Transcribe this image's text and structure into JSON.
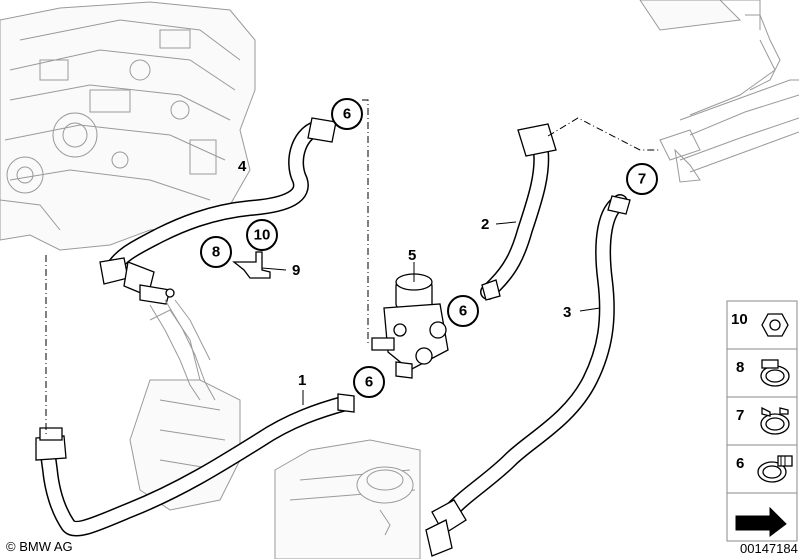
{
  "callouts": {
    "c6a": "6",
    "c6b": "6",
    "c6c": "6",
    "c7": "7",
    "c8": "8",
    "c10": "10"
  },
  "labels": {
    "l1": "1",
    "l2": "2",
    "l3": "3",
    "l4": "4",
    "l5": "5",
    "l9": "9"
  },
  "legend": [
    {
      "number": "10",
      "part": "nut-icon"
    },
    {
      "number": "8",
      "part": "hose-clamp-icon"
    },
    {
      "number": "7",
      "part": "spring-clamp-icon"
    },
    {
      "number": "6",
      "part": "worm-clamp-icon"
    },
    {
      "number": "",
      "part": "arrow-icon"
    }
  ],
  "footer": {
    "copyright": "© BMW AG",
    "diagram_id": "00147184"
  }
}
